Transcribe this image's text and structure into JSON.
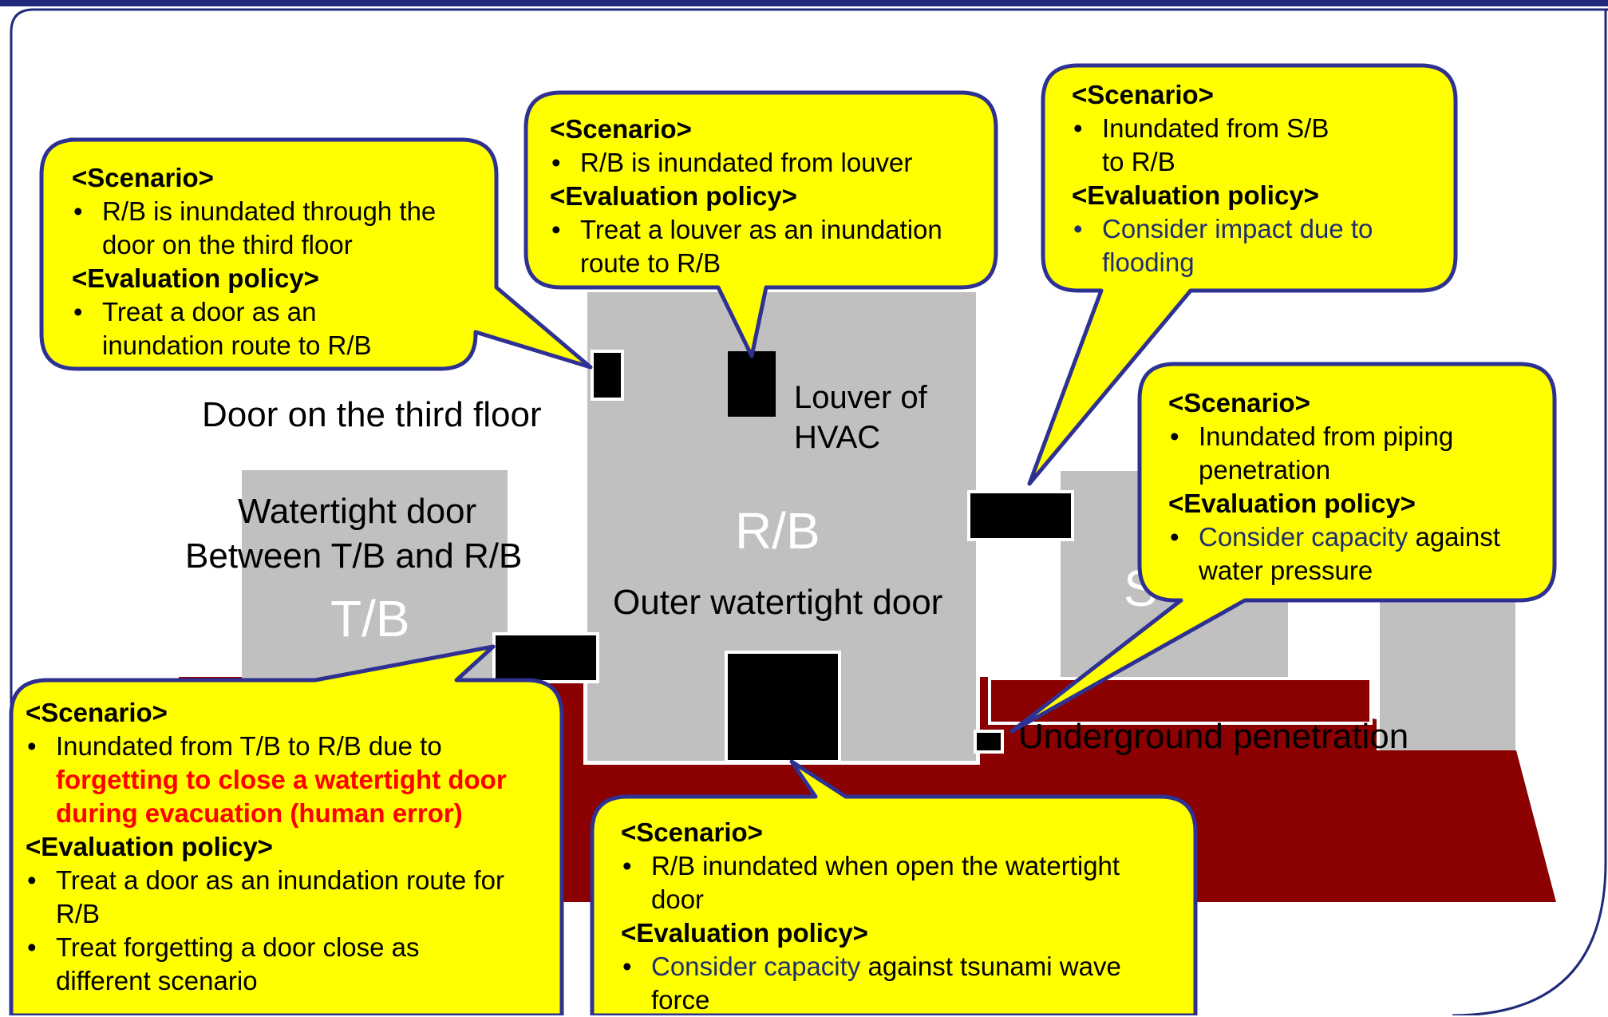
{
  "labels": {
    "door_third_floor": "Door on the third floor",
    "louver_hvac_1": "Louver of",
    "louver_hvac_2": "HVAC",
    "watertight_between_1": "Watertight door",
    "watertight_between_2": "Between T/B and R/B",
    "outer_watertight": "Outer watertight door",
    "underground_penetration": "Underground penetration"
  },
  "buildings": {
    "tb": "T/B",
    "rb": "R/B",
    "sb_partial": "S"
  },
  "callouts": {
    "third_floor": {
      "scenario_heading": "<Scenario>",
      "scenario_items": [
        "R/B is inundated through the door on the third floor"
      ],
      "policy_heading": "<Evaluation policy>",
      "policy_items": [
        "Treat a door as an inundation route to R/B"
      ]
    },
    "louver": {
      "scenario_heading": "<Scenario>",
      "scenario_items": [
        "R/B is inundated from louver"
      ],
      "policy_heading": "<Evaluation policy>",
      "policy_items": [
        "Treat a louver as an inundation route to R/B"
      ]
    },
    "sb": {
      "scenario_heading": "<Scenario>",
      "scenario_items": [
        "Inundated from S/B to R/B"
      ],
      "policy_heading": "<Evaluation policy>",
      "policy_items": [
        "Consider impact due to flooding"
      ]
    },
    "piping": {
      "scenario_heading": "<Scenario>",
      "scenario_items": [
        "Inundated from piping penetration"
      ],
      "policy_heading": "<Evaluation policy>",
      "policy_items_a": "Consider capacity",
      "policy_items_b": " against water pressure"
    },
    "tb_rb": {
      "scenario_heading": "<Scenario>",
      "scenario_item_plain": "Inundated from T/B to R/B due to ",
      "scenario_item_emphasis": "forgetting to close a watertight door during evacuation (human error)",
      "policy_heading": "<Evaluation policy>",
      "policy_items": [
        "Treat a door as an inundation route for R/B",
        "Treat forgetting a door close as different scenario"
      ]
    },
    "outer": {
      "scenario_heading": "<Scenario>",
      "scenario_items": [
        "R/B inundated when open the watertight door"
      ],
      "policy_heading": "<Evaluation policy>",
      "policy_items_a": "Consider capacity",
      "policy_items_b": " against tsunami wave force"
    }
  },
  "colors": {
    "callout_fill": "#ffff00",
    "callout_border": "#2e3192",
    "ground": "#8b0000",
    "building": "#c0c0c0",
    "frame": "#1f2a7a",
    "emphasis": "#ff0000"
  }
}
